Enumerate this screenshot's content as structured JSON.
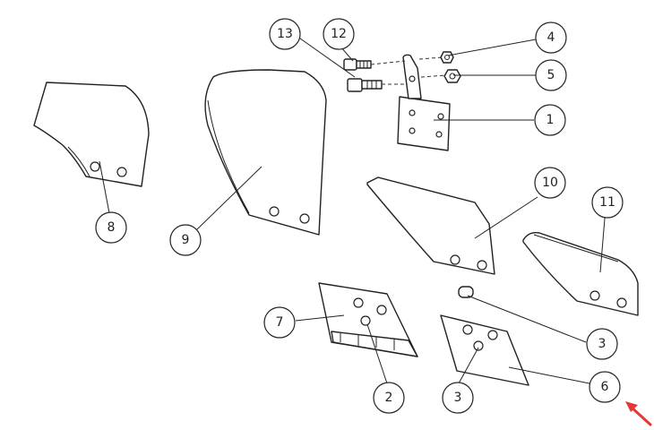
{
  "callouts": {
    "c1": "1",
    "c2": "2",
    "c3a": "3",
    "c3b": "3",
    "c4": "4",
    "c5": "5",
    "c6": "6",
    "c7": "7",
    "c8": "8",
    "c9": "9",
    "c10": "10",
    "c11": "11",
    "c12": "12",
    "c13": "13"
  },
  "colors": {
    "line": "#222222",
    "background": "#ffffff",
    "arrow": "#e53935"
  },
  "icons": {
    "arrow": "red-arrow-pointer"
  }
}
